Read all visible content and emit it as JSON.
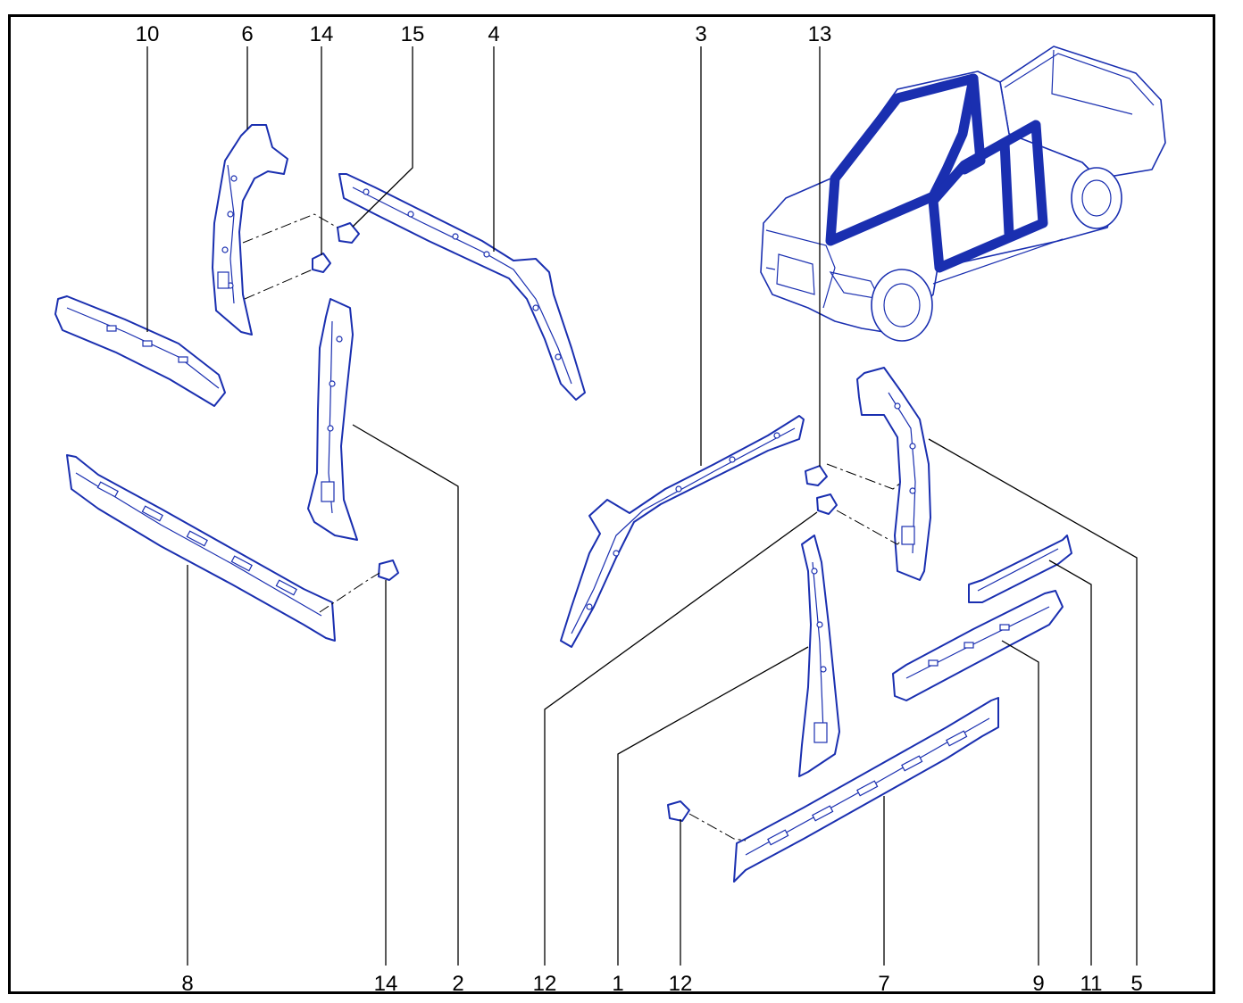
{
  "callouts": {
    "top": [
      "10",
      "6",
      "14",
      "15",
      "4",
      "3",
      "13"
    ],
    "bottom": [
      "8",
      "14",
      "2",
      "12",
      "1",
      "12",
      "7",
      "9",
      "11",
      "5"
    ]
  },
  "colors": {
    "line_art": "#1a2fb0",
    "text": "#000000",
    "frame": "#000000"
  }
}
